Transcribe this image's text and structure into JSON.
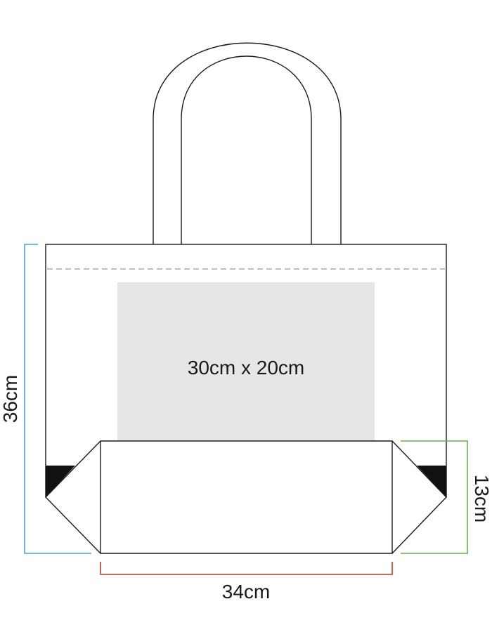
{
  "diagram": {
    "print_area_label": "30cm x 20cm",
    "height_label": "36cm",
    "gusset_label": "13cm",
    "width_label": "34cm"
  },
  "colors": {
    "outline": "#1a1a1a",
    "print_area_fill": "#e6e6e6",
    "height_dimension": "#4aa3df",
    "gusset_dimension": "#6ab04c",
    "width_dimension": "#c0392b",
    "fold_line": "#999999",
    "corner_fill": "#111111"
  }
}
